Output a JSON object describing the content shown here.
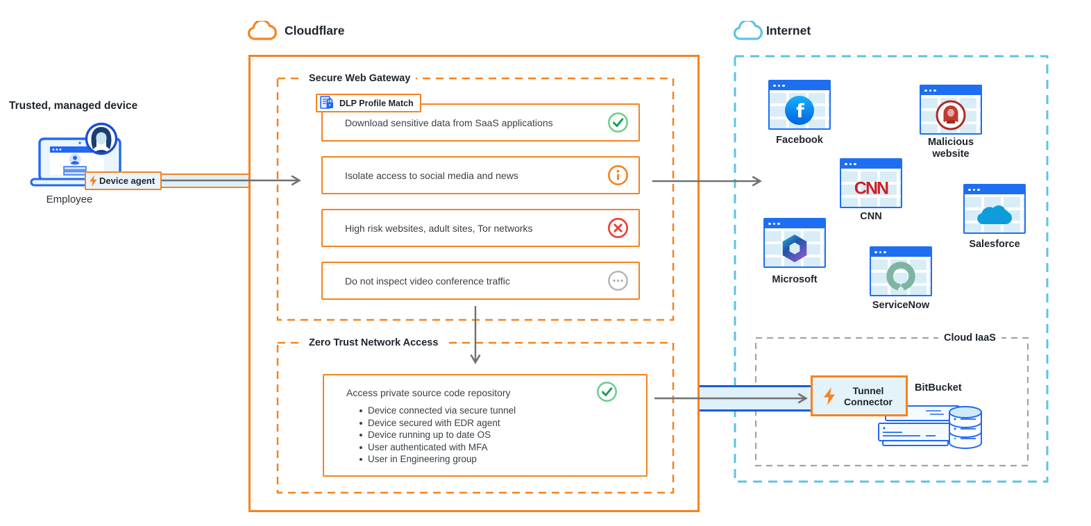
{
  "left": {
    "heading": "Trusted, managed device",
    "agent_badge": "Device agent",
    "employee": "Employee"
  },
  "cloudflare": {
    "title": "Cloudflare",
    "swg": {
      "title": "Secure Web Gateway",
      "dlp_badge": "DLP Profile Match",
      "rules": [
        {
          "text": "Download sensitive data from SaaS applications",
          "status": "allow"
        },
        {
          "text": "Isolate access to social media and news",
          "status": "isolate"
        },
        {
          "text": "High risk websites, adult sites, Tor networks",
          "status": "block"
        },
        {
          "text": "Do not inspect video conference traffic",
          "status": "bypass"
        }
      ]
    },
    "ztna": {
      "title": "Zero Trust Network Access",
      "rule": {
        "text": "Access private source code repository",
        "status": "allow",
        "conditions": [
          "Device connected via secure tunnel",
          "Device secured with EDR agent",
          "Device running up to date OS",
          "User authenticated with MFA",
          "User in Engineering group"
        ]
      }
    }
  },
  "internet": {
    "title": "Internet",
    "sites": [
      {
        "name": "Facebook"
      },
      {
        "name": "Malicious website"
      },
      {
        "name": "CNN"
      },
      {
        "name": "Salesforce"
      },
      {
        "name": "Microsoft"
      },
      {
        "name": "ServiceNow"
      }
    ],
    "cloud_iaas": {
      "title": "Cloud IaaS",
      "tunnel_connector": "Tunnel Connector",
      "bitbucket": "BitBucket"
    }
  },
  "colors": {
    "cloudflare_orange": "#F6821F",
    "internet_blue": "#5BC3E8",
    "tunnel_blue": "#1A5CD8",
    "band_fill": "#DEF0F9",
    "allow_green": "#1F9D55",
    "block_red": "#EE3B2E",
    "bypass_gray": "#B3B3B3",
    "arrow_gray": "#707070",
    "browser_blue": "#1D6EF2",
    "iaas_gray": "#9CA3AF"
  }
}
